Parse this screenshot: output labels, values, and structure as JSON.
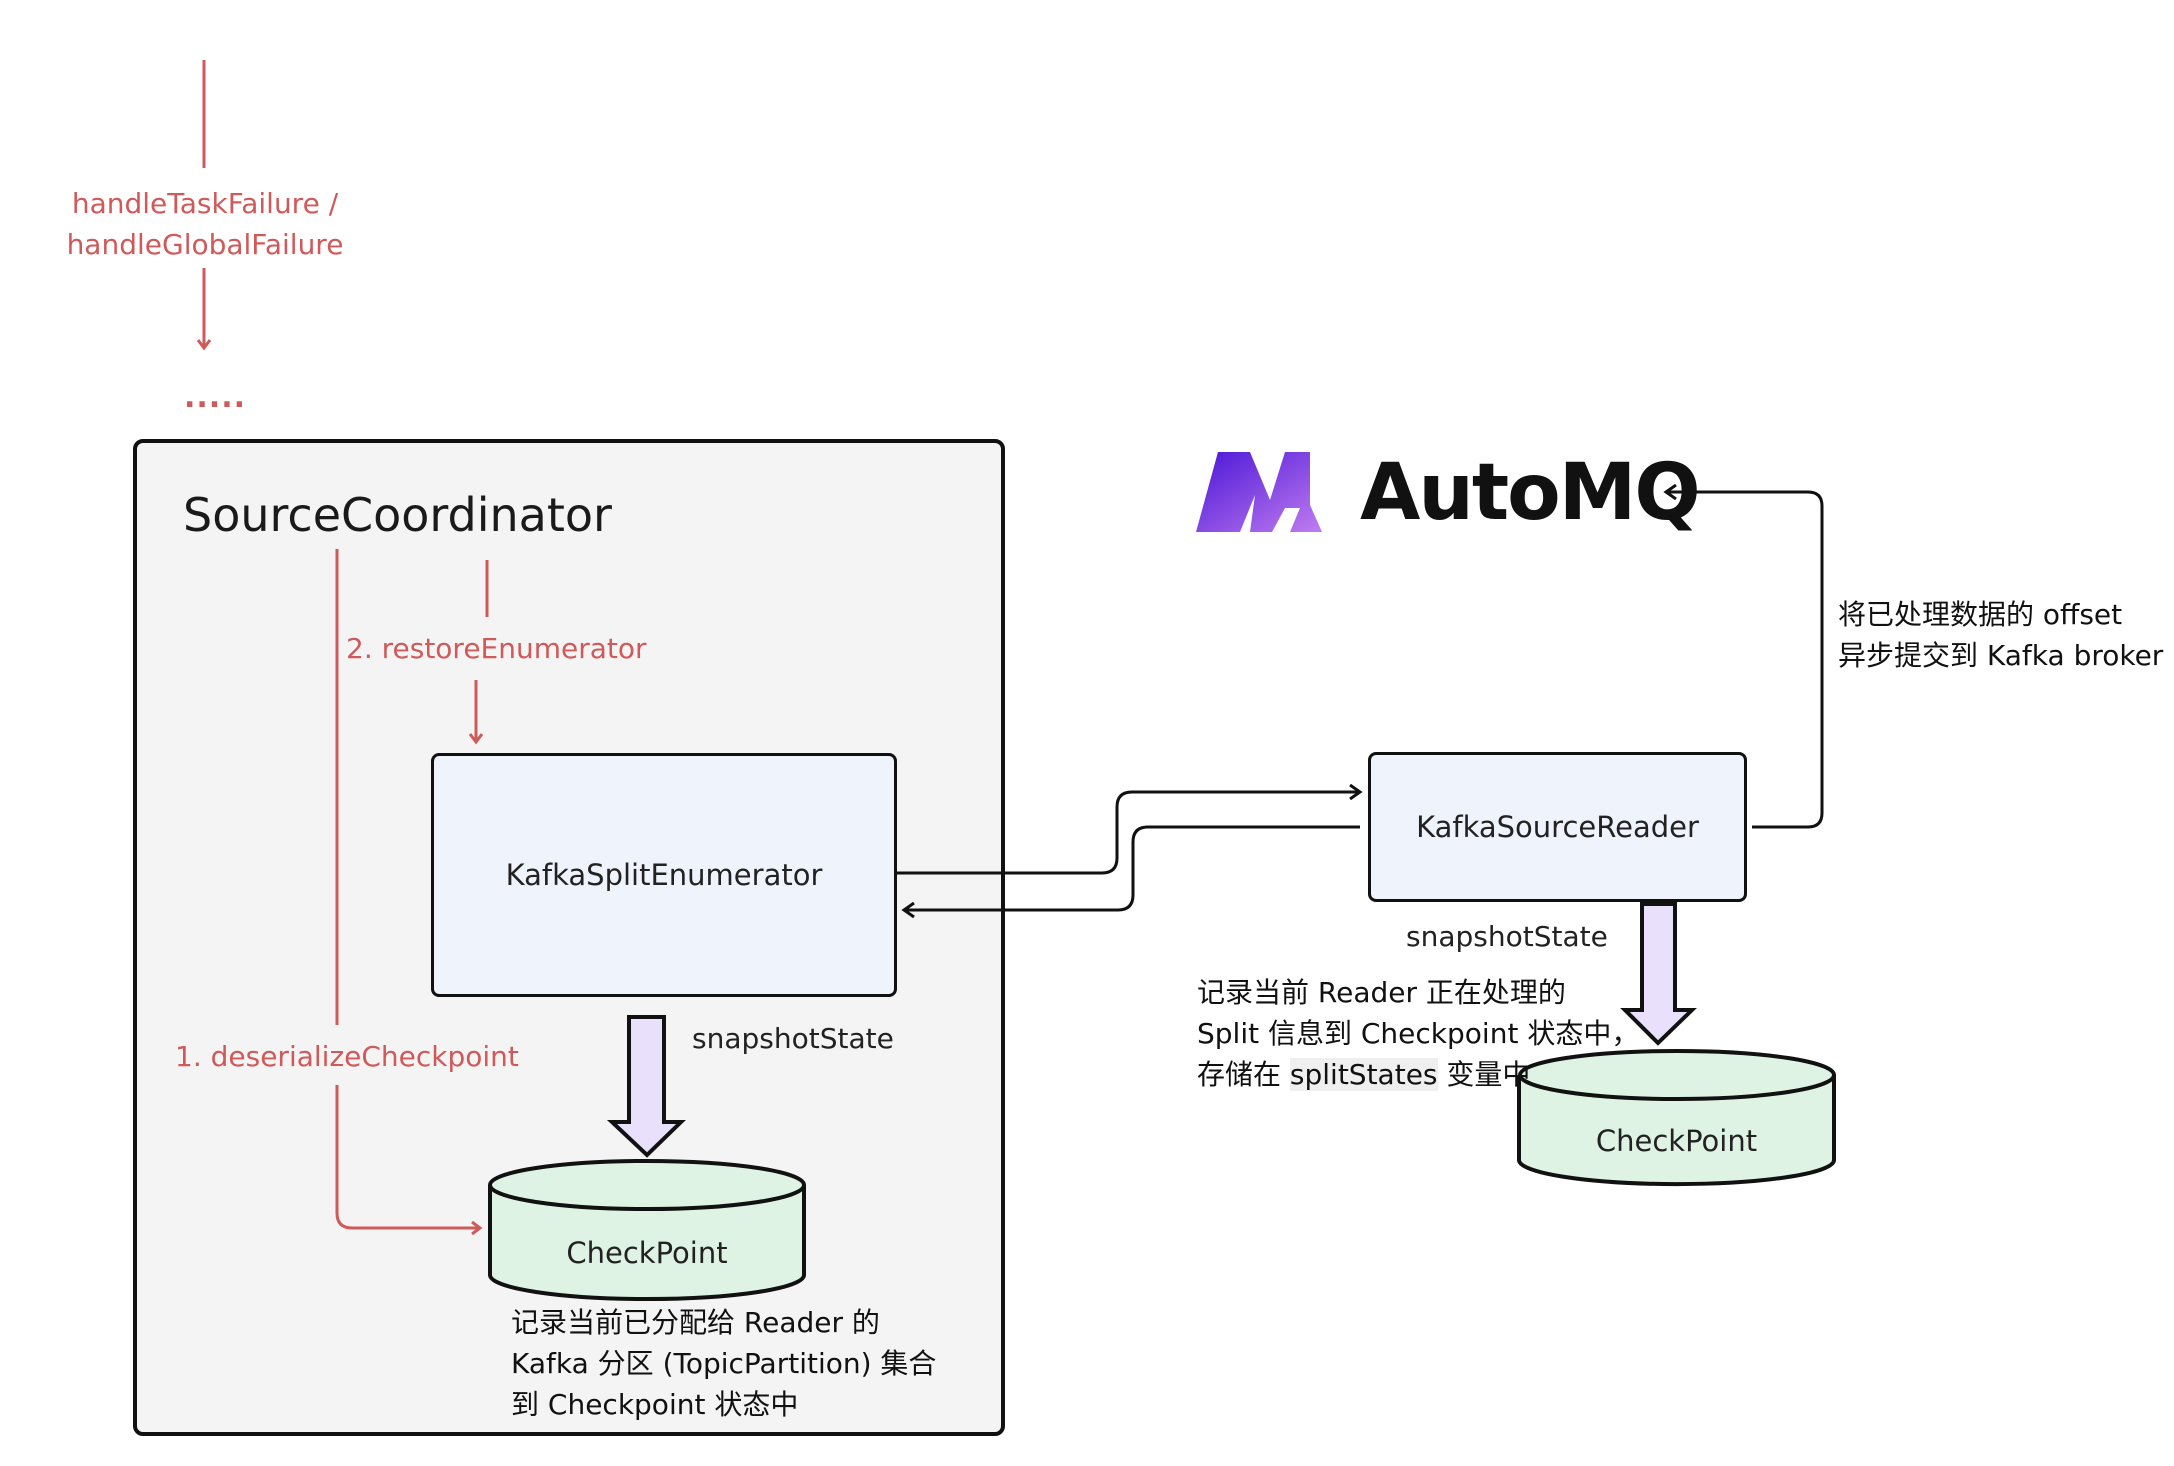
{
  "top": {
    "failure_label_line1": "handleTaskFailure /",
    "failure_label_line2": "handleGlobalFailure",
    "ellipsis": "....."
  },
  "coordinator": {
    "title": "SourceCoordinator",
    "step1": "1. deserializeCheckpoint",
    "step2": "2. restoreEnumerator",
    "enumerator": "KafkaSplitEnumerator",
    "snapshot": "snapshotState",
    "checkpoint": "CheckPoint",
    "note": [
      "记录当前已分配给 Reader 的",
      "Kafka 分区 (TopicPartition) 集合",
      "到 Checkpoint 状态中"
    ]
  },
  "reader_side": {
    "logo_text": "AutoMQ",
    "reader": "KafkaSourceReader",
    "commit_note": [
      "将已处理数据的 offset",
      "异步提交到 Kafka broker"
    ],
    "snapshot": "snapshotState",
    "note_line1": "记录当前 Reader 正在处理的",
    "note_line2": "Split 信息到 Checkpoint 状态中，",
    "note_line3_pre": "存储在 ",
    "note_line3_code": "splitStates",
    "note_line3_post": " 变量中",
    "checkpoint": "CheckPoint"
  },
  "colors": {
    "accent_red": "#d05a5a",
    "box_fill": "#eef3fc",
    "db_fill": "#dff3e4",
    "arrow_fill": "#e9e0fb",
    "container_fill": "#f4f4f4"
  }
}
